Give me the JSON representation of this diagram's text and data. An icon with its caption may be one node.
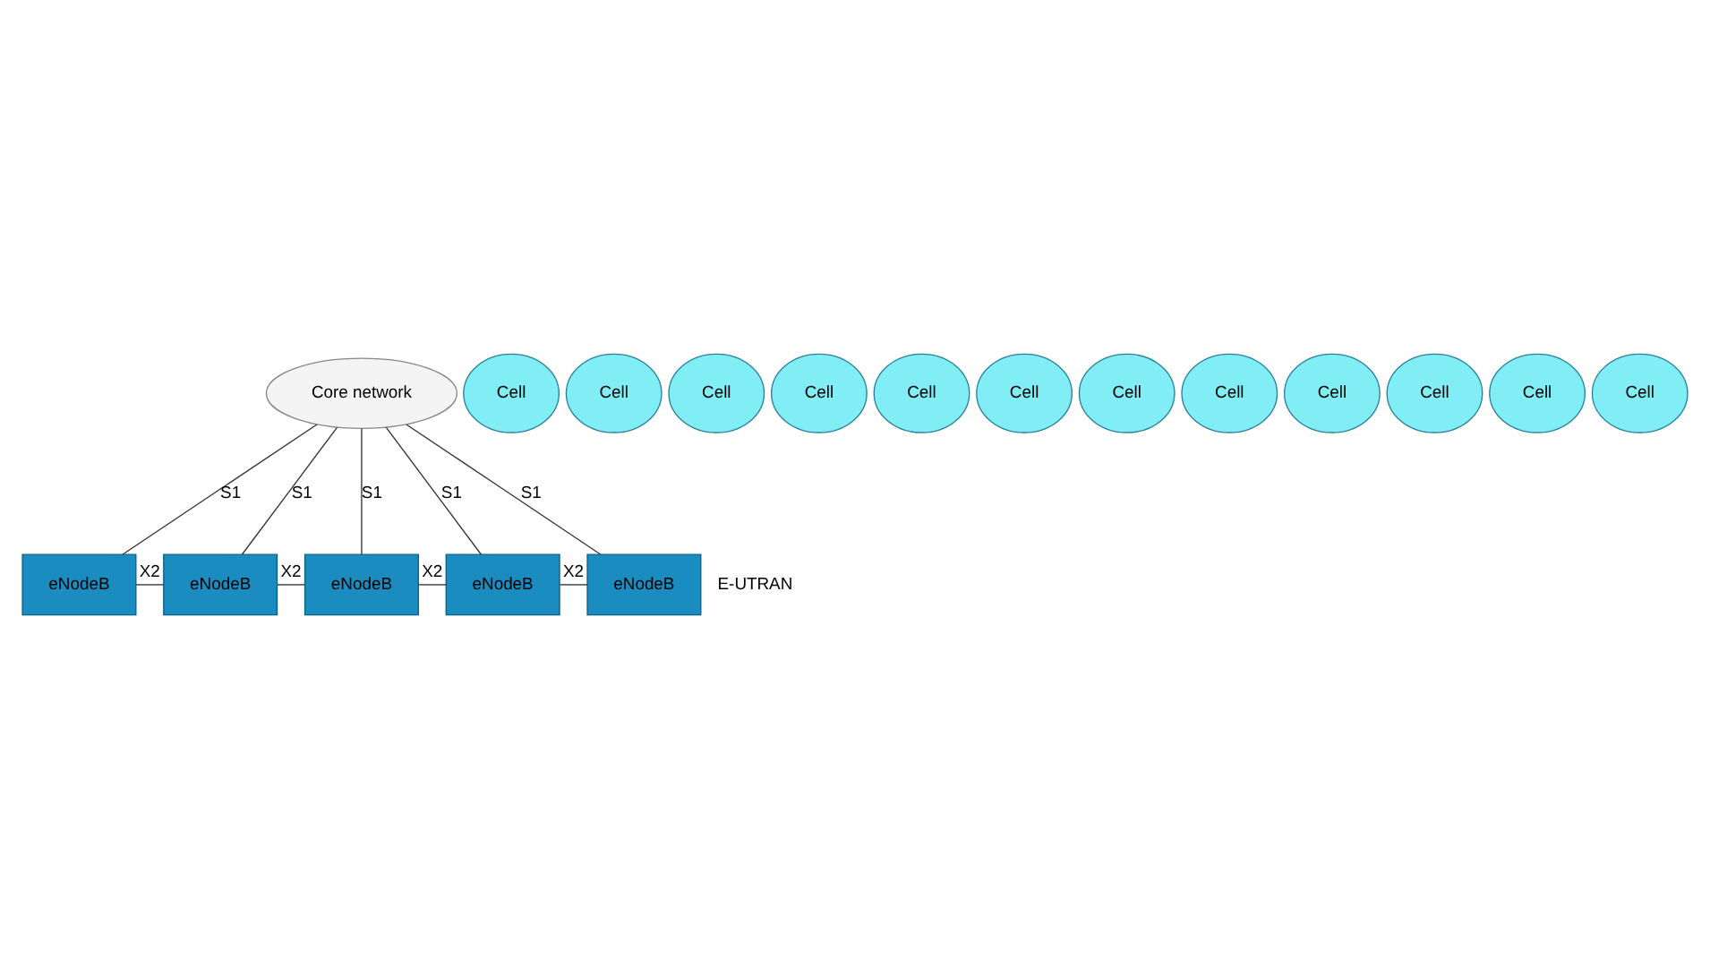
{
  "diagram": {
    "nodes": [
      {
        "text": [
          "Core network"
        ]
      },
      {
        "text": [
          "eNodeB"
        ]
      },
      {
        "text": [
          "eNodeB"
        ]
      },
      {
        "text": [
          "eNodeB"
        ]
      },
      {
        "text": [
          "eNodeB"
        ]
      },
      {
        "text": [
          "eNodeB"
        ]
      },
      {
        "text": [
          "Cell"
        ]
      },
      {
        "text": [
          "Cell"
        ]
      },
      {
        "text": [
          "Cell"
        ]
      },
      {
        "text": [
          "Cell"
        ]
      },
      {
        "text": [
          "Cell"
        ]
      },
      {
        "text": [
          "Cell"
        ]
      },
      {
        "text": [
          "Cell"
        ]
      },
      {
        "text": [
          "Cell"
        ]
      },
      {
        "text": [
          "Cell"
        ]
      },
      {
        "text": [
          "Cell"
        ]
      },
      {
        "text": [
          "Cell"
        ]
      },
      {
        "text": [
          "Cell"
        ]
      }
    ],
    "edges": [
      {
        "from": 0,
        "to": 1,
        "arrow": "none",
        "label": "S1"
      },
      {
        "from": 0,
        "to": 2,
        "arrow": "none",
        "label": "S1"
      },
      {
        "from": 0,
        "to": 3,
        "arrow": "none",
        "label": "S1"
      },
      {
        "from": 0,
        "to": 4,
        "arrow": "none",
        "label": "S1"
      },
      {
        "from": 0,
        "to": 5,
        "arrow": "none",
        "label": "S1"
      },
      {
        "from": 1,
        "to": 2,
        "arrow": "none",
        "label": "X2"
      },
      {
        "from": 2,
        "to": 3,
        "arrow": "none",
        "label": "X2"
      },
      {
        "from": 3,
        "to": 4,
        "arrow": "none",
        "label": "X2"
      },
      {
        "from": 4,
        "to": 5,
        "arrow": "none",
        "label": "X2"
      }
    ],
    "labels": [
      "E-UTRAN"
    ]
  }
}
